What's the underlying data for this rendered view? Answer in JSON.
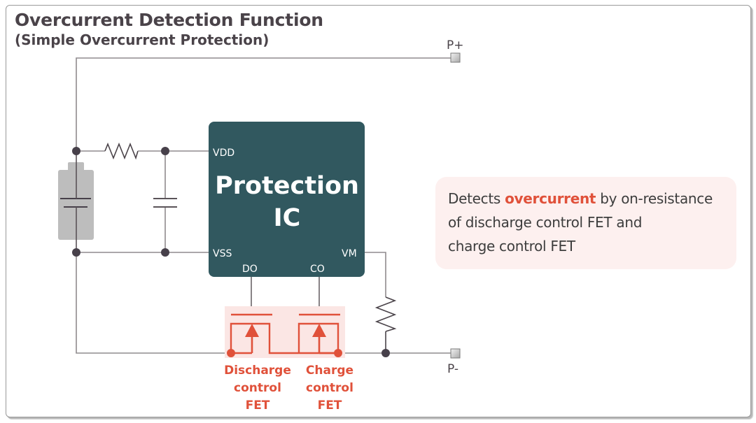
{
  "title": "Overcurrent Detection Function",
  "subtitle": "(Simple Overcurrent Protection)",
  "ic": {
    "label_line1": "Protection",
    "label_line2": "IC",
    "pins": {
      "vdd": "VDD",
      "vss": "VSS",
      "do": "DO",
      "co": "CO",
      "vm": "VM"
    }
  },
  "terminals": {
    "positive": "P+",
    "negative": "P-"
  },
  "fets": {
    "discharge": [
      "Discharge",
      "control",
      "FET"
    ],
    "charge": [
      "Charge",
      "control",
      "FET"
    ]
  },
  "callout": {
    "prefix": "Detects ",
    "highlight": "overcurrent",
    "line1_suffix": " by on-resistance",
    "line2": "of discharge control FET and",
    "line3": "charge control FET"
  },
  "colors": {
    "ic_fill": "#31585f",
    "accent_red": "#e0513a",
    "fet_bg": "#fbe6e4",
    "wire": "#8f8b8e",
    "node": "#47404a",
    "callout_bg": "#fdf0ef"
  }
}
